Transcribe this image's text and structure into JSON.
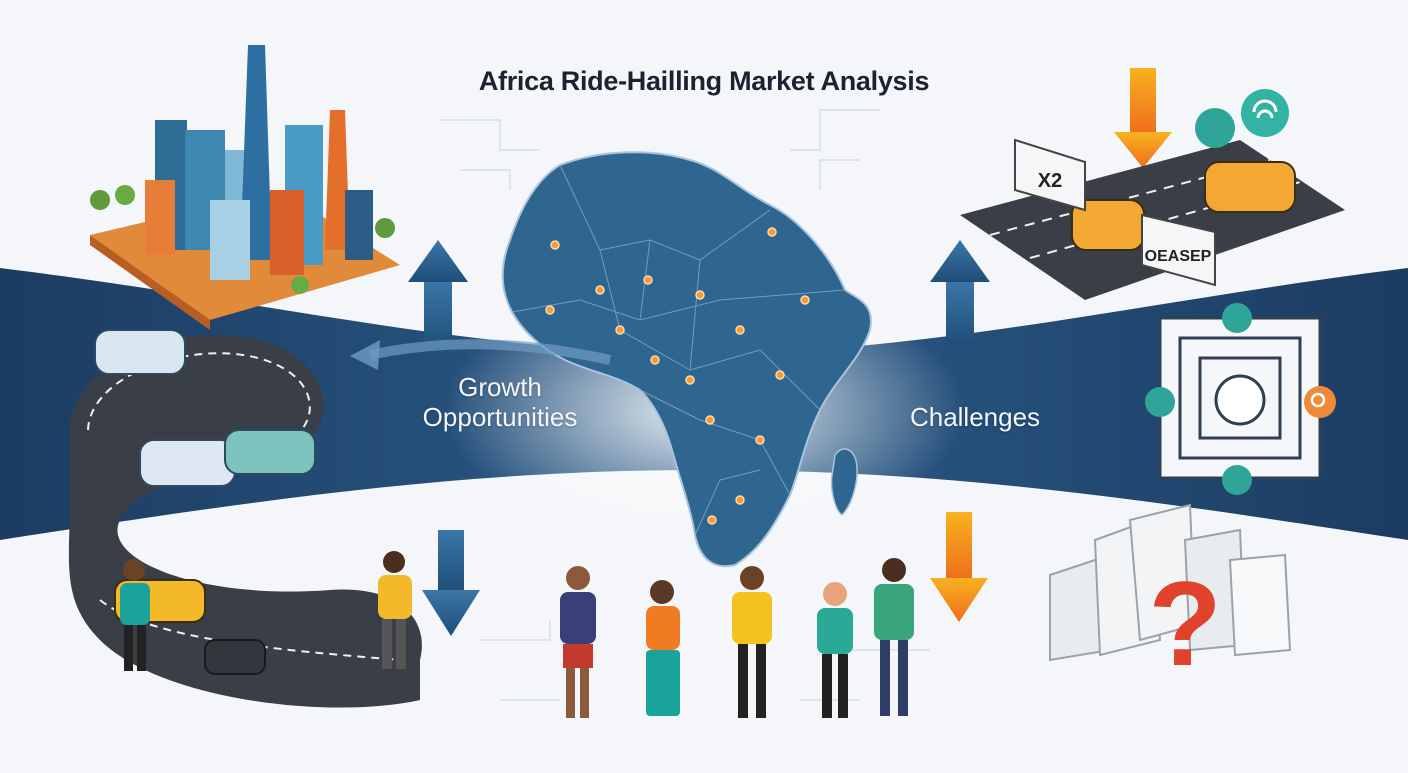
{
  "title": "Africa Ride-Hailling Market Analysis",
  "labels": {
    "growth": "Growth\nOpportunities",
    "challenges": "Challenges"
  },
  "signs": {
    "left": "X2",
    "right": "OEASEP"
  },
  "colors": {
    "band": "#1d3f66",
    "map": "#2f6690",
    "arrow_up": "#2c5f8c",
    "arrow_down": "#f08a1c"
  }
}
